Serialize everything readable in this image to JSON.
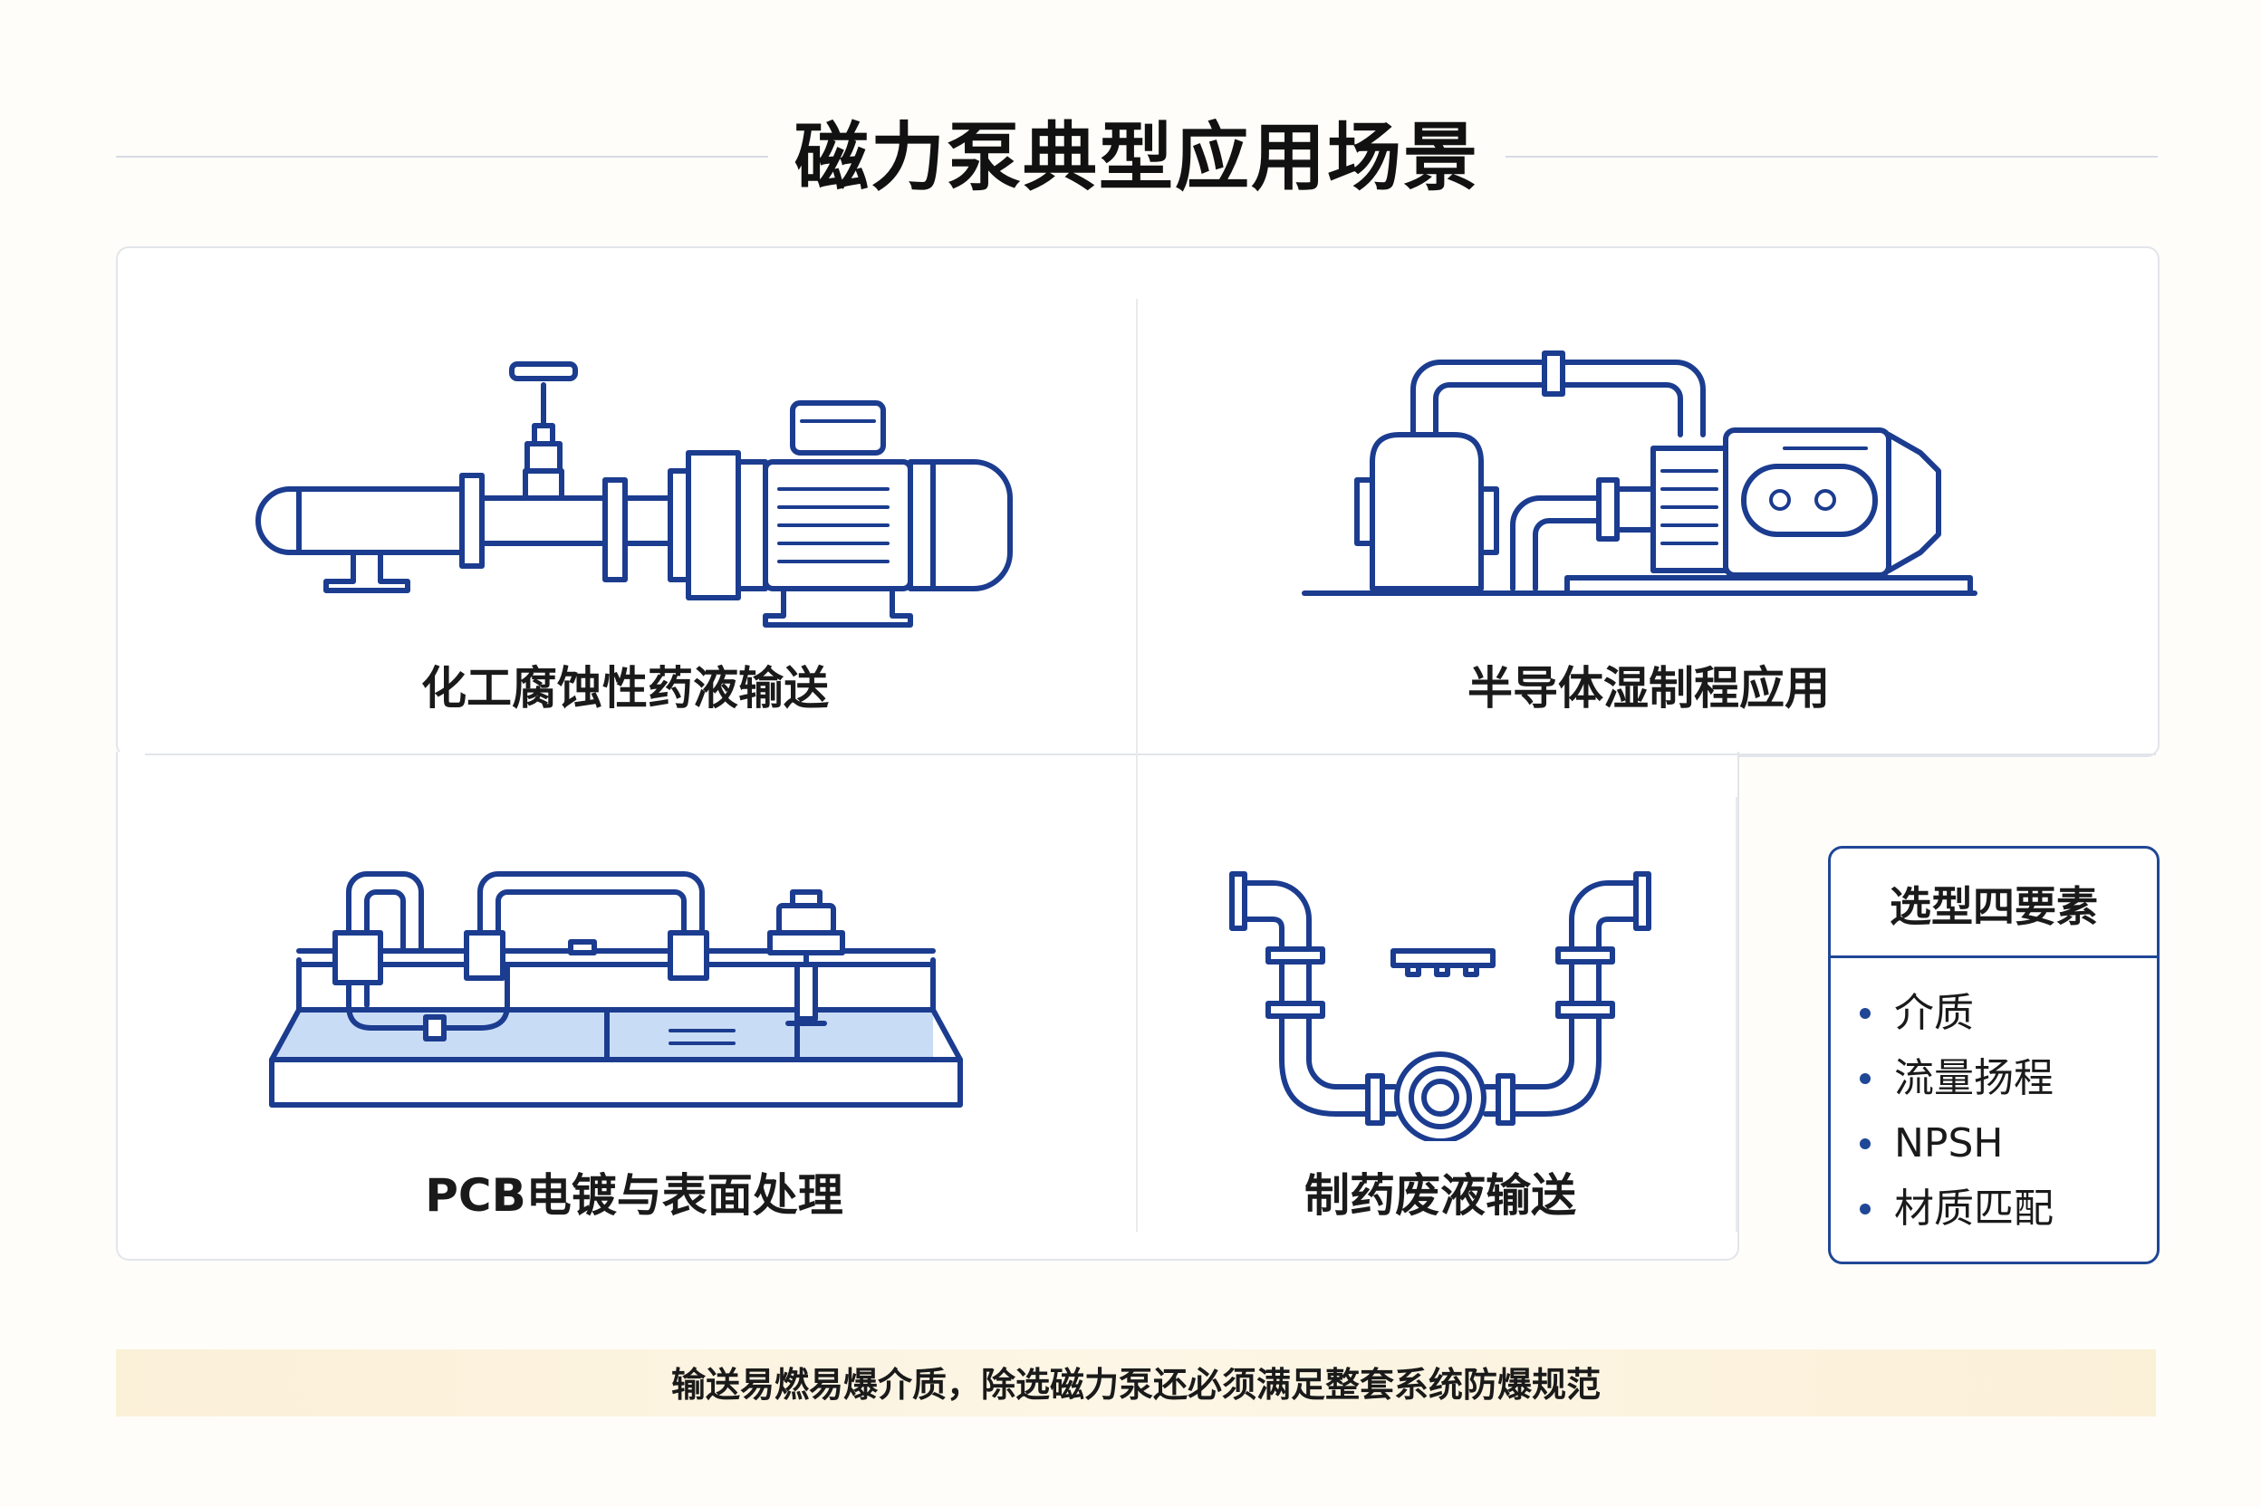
{
  "title": "磁力泵典型应用场景",
  "scenarios": [
    {
      "caption": "化工腐蚀性药液输送",
      "icon": "chemical-pump-pipeline-icon"
    },
    {
      "caption": "半导体湿制程应用",
      "icon": "semiconductor-wet-process-icon"
    },
    {
      "caption": "PCB电镀与表面处理",
      "icon": "pcb-plating-tank-icon"
    },
    {
      "caption": "制药废液输送",
      "icon": "pharma-waste-piping-icon"
    }
  ],
  "selection": {
    "title": "选型四要素",
    "items": [
      "介质",
      "流量扬程",
      "NPSH",
      "材质匹配"
    ]
  },
  "footer": "输送易燃易爆介质，除选磁力泵还必须满足整套系统防爆规范",
  "colors": {
    "accent": "#1f4796",
    "line": "#1b3c8f",
    "liquid": "#c9dcf6",
    "footer_band": "#fbf0d8"
  }
}
